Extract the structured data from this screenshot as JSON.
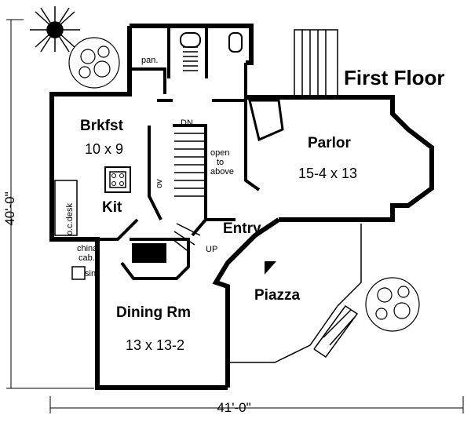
{
  "plan": {
    "title": "First Floor",
    "width_dimension": "41'-0\"",
    "depth_dimension": "40'-0\""
  },
  "rooms": {
    "brkfst": {
      "name": "Brkfst",
      "size": "10 x 9"
    },
    "parlor": {
      "name": "Parlor",
      "size": "15-4 x 13"
    },
    "dining": {
      "name": "Dining Rm",
      "size": "13 x 13-2"
    },
    "kit": {
      "name": "Kit"
    },
    "entry": {
      "name": "Entry"
    },
    "piazza": {
      "name": "Piazza"
    }
  },
  "notes": {
    "pan": "pan.",
    "dn": "DN",
    "up": "UP",
    "ov": "ov",
    "open_to_above": [
      "open",
      "to",
      "above"
    ],
    "desk": "o.c.desk",
    "china_cab": [
      "china",
      "cab."
    ],
    "sink": "sink"
  }
}
